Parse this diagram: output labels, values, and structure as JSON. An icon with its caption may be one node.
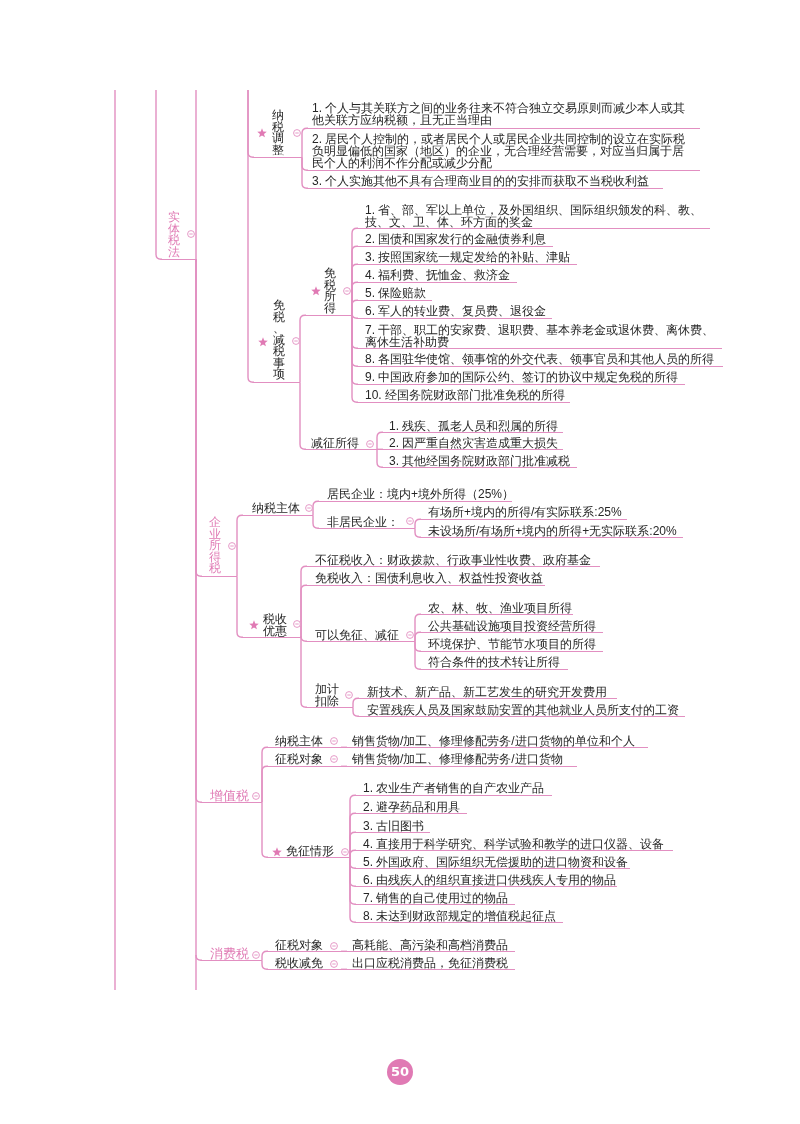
{
  "diagram": {
    "nodes": [
      {
        "text": [
          "实体税法"
        ]
      },
      {
        "text": [
          "纳税调整"
        ]
      },
      {
        "text": [
          "1. 个人与其关联方之间的业务往来不符合独立交易原则而减少本人或其他关联方应纳税额，且无正当理由"
        ]
      },
      {
        "text": [
          "2. 居民个人控制的，或者居民个人或居民企业共同控制的设立在实际税负明显偏低的国家（地区）的企业，无合理经营需要，对应当归属于居民个人的利润不作分配或减少分配"
        ]
      },
      {
        "text": [
          "3. 个人实施其他不具有合理商业目的的安排而获取不当税收利益"
        ]
      },
      {
        "text": [
          "免税、减税事项"
        ]
      },
      {
        "text": [
          "免税所得"
        ]
      },
      {
        "text": [
          "1. 省、部、军以上单位，及外国组织、国际组织颁发的科、教、技、文、卫、体、环方面的奖金"
        ]
      },
      {
        "text": [
          "2. 国债和国家发行的金融债券利息"
        ]
      },
      {
        "text": [
          "3. 按照国家统一规定发给的补贴、津贴"
        ]
      },
      {
        "text": [
          "4. 福利费、抚恤金、救济金"
        ]
      },
      {
        "text": [
          "5. 保险赔款"
        ]
      },
      {
        "text": [
          "6. 军人的转业费、复员费、退役金"
        ]
      },
      {
        "text": [
          "7. 干部、职工的安家费、退职费、基本养老金或退休费、离休费、离休生活补助费"
        ]
      },
      {
        "text": [
          "8. 各国驻华使馆、领事馆的外交代表、领事官员和其他人员的所得"
        ]
      },
      {
        "text": [
          "9. 中国政府参加的国际公约、签订的协议中规定免税的所得"
        ]
      },
      {
        "text": [
          "10. 经国务院财政部门批准免税的所得"
        ]
      },
      {
        "text": [
          "减征所得"
        ]
      },
      {
        "text": [
          "1. 残疾、孤老人员和烈属的所得"
        ]
      },
      {
        "text": [
          "2. 因严重自然灾害造成重大损失"
        ]
      },
      {
        "text": [
          "3. 其他经国务院财政部门批准减税"
        ]
      },
      {
        "text": [
          "企业所得税"
        ]
      },
      {
        "text": [
          "纳税主体"
        ]
      },
      {
        "text": [
          "居民企业：境内+境外所得（25%）"
        ]
      },
      {
        "text": [
          "非居民企业："
        ]
      },
      {
        "text": [
          "有场所+境内的所得/有实际联系:25%"
        ]
      },
      {
        "text": [
          "未设场所/有场所+境内的所得+无实际联系:20%"
        ]
      },
      {
        "text": [
          "税收优惠"
        ]
      },
      {
        "text": [
          "不征税收入：财政拨款、行政事业性收费、政府基金"
        ]
      },
      {
        "text": [
          "免税收入：国债利息收入、权益性投资收益"
        ]
      },
      {
        "text": [
          "可以免征、减征"
        ]
      },
      {
        "text": [
          "农、林、牧、渔业项目所得"
        ]
      },
      {
        "text": [
          "公共基础设施项目投资经营所得"
        ]
      },
      {
        "text": [
          "环境保护、节能节水项目的所得"
        ]
      },
      {
        "text": [
          "符合条件的技术转让所得"
        ]
      },
      {
        "text": [
          "加计扣除"
        ]
      },
      {
        "text": [
          "新技术、新产品、新工艺发生的研究开发费用"
        ]
      },
      {
        "text": [
          "安置残疾人员及国家鼓励安置的其他就业人员所支付的工资"
        ]
      },
      {
        "text": [
          "增值税"
        ]
      },
      {
        "text": [
          "纳税主体"
        ]
      },
      {
        "text": [
          "销售货物/加工、修理修配劳务/进口货物的单位和个人"
        ]
      },
      {
        "text": [
          "征税对象"
        ]
      },
      {
        "text": [
          "销售货物/加工、修理修配劳务/进口货物"
        ]
      },
      {
        "text": [
          "免征情形"
        ]
      },
      {
        "text": [
          "1. 农业生产者销售的自产农业产品"
        ]
      },
      {
        "text": [
          "2. 避孕药品和用具"
        ]
      },
      {
        "text": [
          "3. 古旧图书"
        ]
      },
      {
        "text": [
          "4. 直接用于科学研究、科学试验和教学的进口仪器、设备"
        ]
      },
      {
        "text": [
          "5. 外国政府、国际组织无偿援助的进口物资和设备"
        ]
      },
      {
        "text": [
          "6. 由残疾人的组织直接进口供残疾人专用的物品"
        ]
      },
      {
        "text": [
          "7. 销售的自己使用过的物品"
        ]
      },
      {
        "text": [
          "8. 未达到财政部规定的增值税起征点"
        ]
      },
      {
        "text": [
          "消费税"
        ]
      },
      {
        "text": [
          "征税对象"
        ]
      },
      {
        "text": [
          "高耗能、高污染和高档消费品"
        ]
      },
      {
        "text": [
          "税收减免"
        ]
      },
      {
        "text": [
          "出口应税消费品，免征消费税"
        ]
      }
    ],
    "edges": [
      {
        "from": null,
        "to": 0,
        "arrow": "none"
      },
      {
        "from": null,
        "to": 1,
        "arrow": "none"
      },
      {
        "from": null,
        "to": 5,
        "arrow": "none"
      },
      {
        "from": 1,
        "to": 2,
        "arrow": "none"
      },
      {
        "from": 1,
        "to": 3,
        "arrow": "none"
      },
      {
        "from": 1,
        "to": 4,
        "arrow": "none"
      },
      {
        "from": 5,
        "to": 6,
        "arrow": "none"
      },
      {
        "from": 5,
        "to": 17,
        "arrow": "none"
      },
      {
        "from": 6,
        "to": 7,
        "arrow": "none"
      },
      {
        "from": 6,
        "to": 8,
        "arrow": "none"
      },
      {
        "from": 6,
        "to": 9,
        "arrow": "none"
      },
      {
        "from": 6,
        "to": 10,
        "arrow": "none"
      },
      {
        "from": 6,
        "to": 11,
        "arrow": "none"
      },
      {
        "from": 6,
        "to": 12,
        "arrow": "none"
      },
      {
        "from": 6,
        "to": 13,
        "arrow": "none"
      },
      {
        "from": 6,
        "to": 14,
        "arrow": "none"
      },
      {
        "from": 6,
        "to": 15,
        "arrow": "none"
      },
      {
        "from": 6,
        "to": 16,
        "arrow": "none"
      },
      {
        "from": 17,
        "to": 18,
        "arrow": "none"
      },
      {
        "from": 17,
        "to": 19,
        "arrow": "none"
      },
      {
        "from": 17,
        "to": 20,
        "arrow": "none"
      },
      {
        "from": 0,
        "to": 21,
        "arrow": "none"
      },
      {
        "from": 0,
        "to": 38,
        "arrow": "none"
      },
      {
        "from": 0,
        "to": 52,
        "arrow": "none"
      },
      {
        "from": 21,
        "to": 22,
        "arrow": "none"
      },
      {
        "from": 21,
        "to": 27,
        "arrow": "none"
      },
      {
        "from": 22,
        "to": 23,
        "arrow": "none"
      },
      {
        "from": 22,
        "to": 24,
        "arrow": "none"
      },
      {
        "from": 24,
        "to": 25,
        "arrow": "none"
      },
      {
        "from": 24,
        "to": 26,
        "arrow": "none"
      },
      {
        "from": 27,
        "to": 28,
        "arrow": "none"
      },
      {
        "from": 27,
        "to": 29,
        "arrow": "none"
      },
      {
        "from": 27,
        "to": 30,
        "arrow": "none"
      },
      {
        "from": 27,
        "to": 35,
        "arrow": "none"
      },
      {
        "from": 30,
        "to": 31,
        "arrow": "none"
      },
      {
        "from": 30,
        "to": 32,
        "arrow": "none"
      },
      {
        "from": 30,
        "to": 33,
        "arrow": "none"
      },
      {
        "from": 30,
        "to": 34,
        "arrow": "none"
      },
      {
        "from": 35,
        "to": 36,
        "arrow": "none"
      },
      {
        "from": 35,
        "to": 37,
        "arrow": "none"
      },
      {
        "from": 38,
        "to": 39,
        "arrow": "none"
      },
      {
        "from": 38,
        "to": 41,
        "arrow": "none"
      },
      {
        "from": 38,
        "to": 43,
        "arrow": "none"
      },
      {
        "from": 39,
        "to": 40,
        "arrow": "none"
      },
      {
        "from": 41,
        "to": 42,
        "arrow": "none"
      },
      {
        "from": 43,
        "to": 44,
        "arrow": "none"
      },
      {
        "from": 43,
        "to": 45,
        "arrow": "none"
      },
      {
        "from": 43,
        "to": 46,
        "arrow": "none"
      },
      {
        "from": 43,
        "to": 47,
        "arrow": "none"
      },
      {
        "from": 43,
        "to": 48,
        "arrow": "none"
      },
      {
        "from": 43,
        "to": 49,
        "arrow": "none"
      },
      {
        "from": 43,
        "to": 50,
        "arrow": "none"
      },
      {
        "from": 43,
        "to": 51,
        "arrow": "none"
      },
      {
        "from": 52,
        "to": 53,
        "arrow": "none"
      },
      {
        "from": 52,
        "to": 55,
        "arrow": "none"
      },
      {
        "from": 53,
        "to": 54,
        "arrow": "none"
      },
      {
        "from": 55,
        "to": 56,
        "arrow": "none"
      }
    ],
    "labels": [
      "50"
    ]
  }
}
